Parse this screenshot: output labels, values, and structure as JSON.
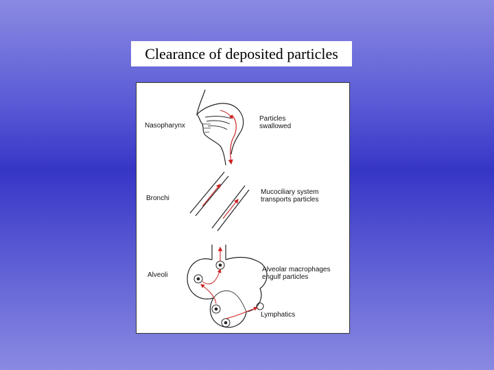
{
  "slide": {
    "title": "Clearance of deposited particles",
    "colors": {
      "background_top": "#8a8ae2",
      "background_mid": "#3636c6",
      "arrow": "#cc2222"
    }
  },
  "figure": {
    "labels": {
      "nasopharynx": "Nasopharynx",
      "particles_swallowed_1": "Particles",
      "particles_swallowed_2": "swallowed",
      "bronchi": "Bronchi",
      "mucociliary_1": "Mucociliary system",
      "mucociliary_2": "transports particles",
      "alveoli": "Alveoli",
      "macrophages_1": "Alveolar macrophages",
      "macrophages_2": "engulf particles",
      "lymphatics": "Lymphatics"
    }
  }
}
